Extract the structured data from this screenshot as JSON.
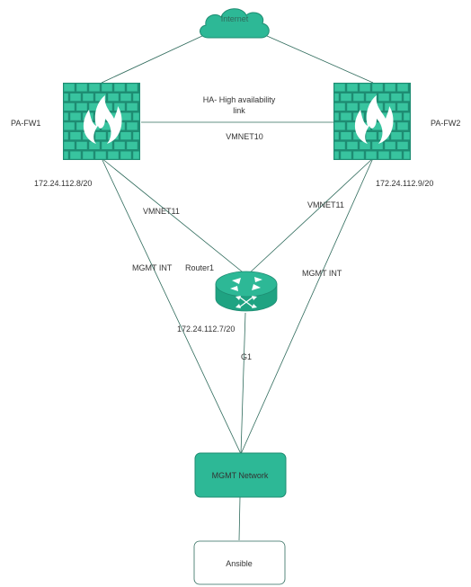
{
  "colors": {
    "teal": "#2db896",
    "teal_dark": "#1e8c72",
    "brick": "#38c49f",
    "line": "#2f6b5c",
    "text": "#333333"
  },
  "nodes": {
    "internet": {
      "label": "Internet",
      "icon": "cloud-icon"
    },
    "fw1": {
      "name": "PA-FW1",
      "ip": "172.24.112.8/20",
      "icon": "firewall-icon"
    },
    "fw2": {
      "name": "PA-FW2",
      "ip": "172.24.112.9/20",
      "icon": "firewall-icon"
    },
    "router": {
      "name": "Router1",
      "ip": "172.24.112.7/20",
      "icon": "router-icon"
    },
    "mgmt": {
      "label": "MGMT Network"
    },
    "ansible": {
      "label": "Ansible"
    }
  },
  "links": {
    "ha_line1": "HA- High availability",
    "ha_line2": "link",
    "ha_net": "VMNET10",
    "fw1_router": "VMNET11",
    "fw2_router": "VMNET11",
    "fw1_mgmt": "MGMT INT",
    "fw2_mgmt": "MGMT INT",
    "router_mgmt": "G1"
  }
}
